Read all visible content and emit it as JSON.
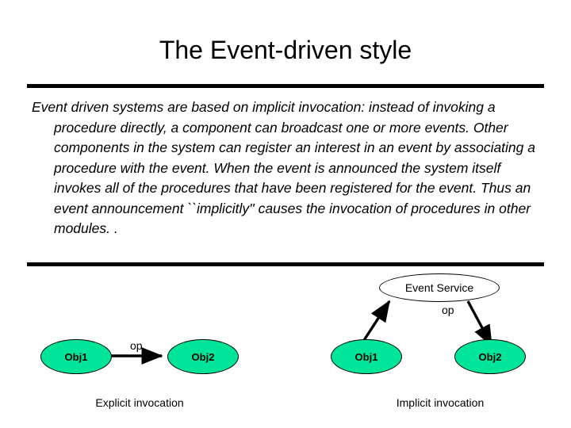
{
  "slide": {
    "title": "The Event-driven style",
    "body": "Event driven systems are based on implicit invocation: instead of invoking a procedure directly, a component can broadcast one or more events. Other components in the system can register an interest in an event by associating a procedure with the event. When the event is announced the system itself invokes all of the procedures that have been registered for the event. Thus an event announcement ``implicitly'' causes the invocation of procedures in other modules. .",
    "diagram": {
      "event_service_label": "Event Service",
      "op_label_right": "op",
      "op_label_left": "op",
      "left": {
        "obj1": "Obj1",
        "obj2": "Obj2",
        "caption": "Explicit invocation"
      },
      "right": {
        "obj1": "Obj1",
        "obj2": "Obj2",
        "caption": "Implicit invocation"
      }
    },
    "colors": {
      "shape_fill": "#00E599",
      "outline": "#000000",
      "background": "#FFFFFF"
    }
  }
}
